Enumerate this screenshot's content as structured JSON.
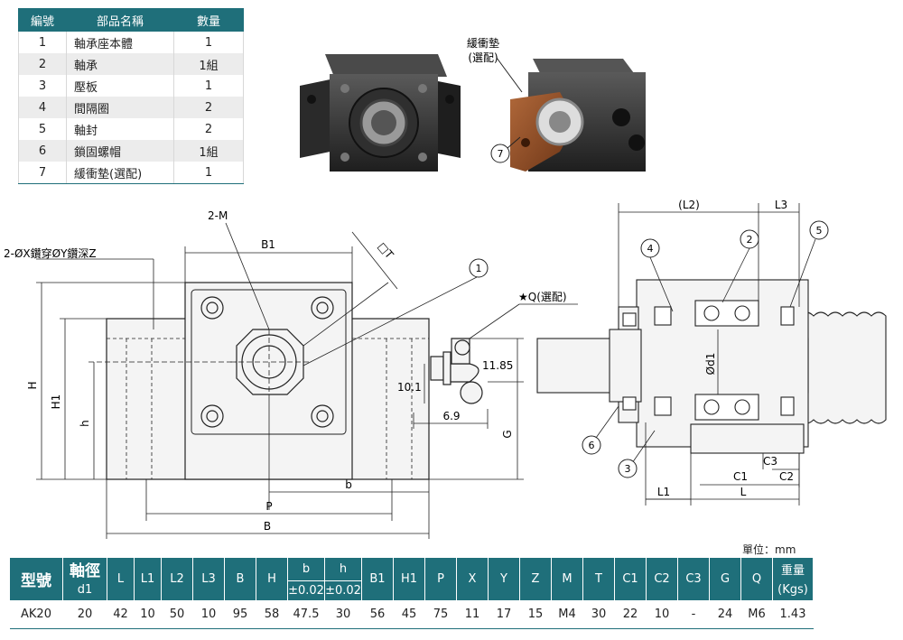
{
  "parts_table": {
    "headers": [
      "編號",
      "部品名稱",
      "數量"
    ],
    "rows": [
      [
        "1",
        "軸承座本體",
        "1"
      ],
      [
        "2",
        "軸承",
        "1組"
      ],
      [
        "3",
        "壓板",
        "1"
      ],
      [
        "4",
        "間隔圈",
        "2"
      ],
      [
        "5",
        "軸封",
        "2"
      ],
      [
        "6",
        "鎖固螺帽",
        "1組"
      ],
      [
        "7",
        "緩衝墊(選配)",
        "1"
      ]
    ]
  },
  "photo_callout": {
    "label_line1": "緩衝墊",
    "label_line2": "(選配)",
    "balloon": "7"
  },
  "front_view": {
    "hole_note": "2-ØX鑽穿ØY鑽深Z",
    "tap_note": "2-M",
    "dim_B1": "B1",
    "dim_T": "□T",
    "dim_H": "H",
    "dim_H1": "H1",
    "dim_h": "h",
    "dim_b": "b",
    "dim_P": "P",
    "dim_B": "B",
    "balloon_1": "1"
  },
  "nipple_view": {
    "note": "★Q(選配)",
    "dim_11_85": "11.85",
    "dim_10_1": "10.1",
    "dim_6_9": "6.9",
    "dim_G": "G"
  },
  "side_view": {
    "dim_L2": "(L2)",
    "dim_L3": "L3",
    "dim_d1": "Ød1",
    "dim_C3": "C3",
    "dim_C1": "C1",
    "dim_C2": "C2",
    "dim_L1": "L1",
    "dim_L": "L",
    "balloons": [
      "4",
      "2",
      "5",
      "6",
      "3"
    ]
  },
  "unit_label": "單位：mm",
  "spec_table": {
    "header_top": [
      "型號",
      "軸徑",
      "L",
      "L1",
      "L2",
      "L3",
      "B",
      "H",
      "b",
      "h",
      "B1",
      "H1",
      "P",
      "X",
      "Y",
      "Z",
      "M",
      "T",
      "C1",
      "C2",
      "C3",
      "G",
      "Q",
      "重量"
    ],
    "header_sub_d1": "d1",
    "header_sub_b": "±0.02",
    "header_sub_h": "±0.02",
    "header_sub_weight": "(Kgs)",
    "row": [
      "AK20",
      "20",
      "42",
      "10",
      "50",
      "10",
      "95",
      "58",
      "47.5",
      "30",
      "56",
      "45",
      "75",
      "11",
      "17",
      "15",
      "M4",
      "30",
      "22",
      "10",
      "-",
      "24",
      "M6",
      "1.43"
    ]
  },
  "colors": {
    "header_teal": "#1f6f7a",
    "block_black": "#2b2b2b",
    "damper_brown": "#8a4a25"
  }
}
